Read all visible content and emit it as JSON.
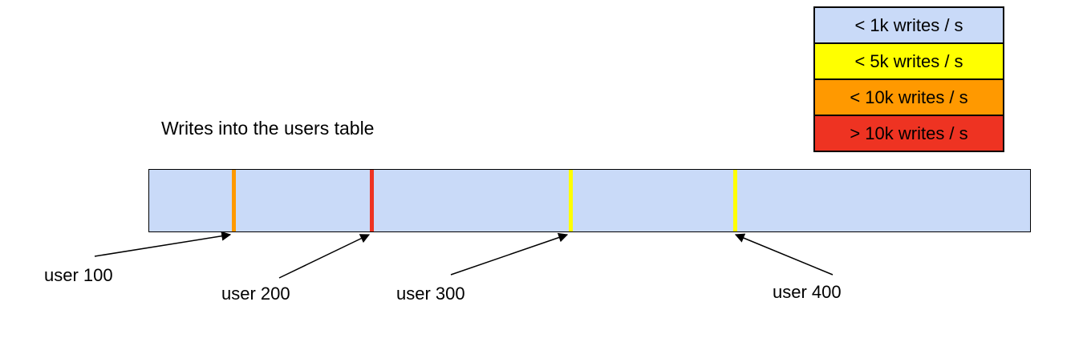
{
  "title": "Writes into the users table",
  "legend": {
    "items": [
      {
        "label": "< 1k writes / s",
        "color": "#c9daf8"
      },
      {
        "label": "< 5k writes / s",
        "color": "#ffff00"
      },
      {
        "label": "< 10k writes / s",
        "color": "#ff9900"
      },
      {
        "label": "> 10k writes / s",
        "color": "#ee3322"
      }
    ]
  },
  "bar": {
    "color": "#c9daf8"
  },
  "markers": [
    {
      "label": "user 100",
      "color": "#ff9900"
    },
    {
      "label": "user 200",
      "color": "#ee3322"
    },
    {
      "label": "user 300",
      "color": "#ffff00"
    },
    {
      "label": "user 400",
      "color": "#ffff00"
    }
  ]
}
